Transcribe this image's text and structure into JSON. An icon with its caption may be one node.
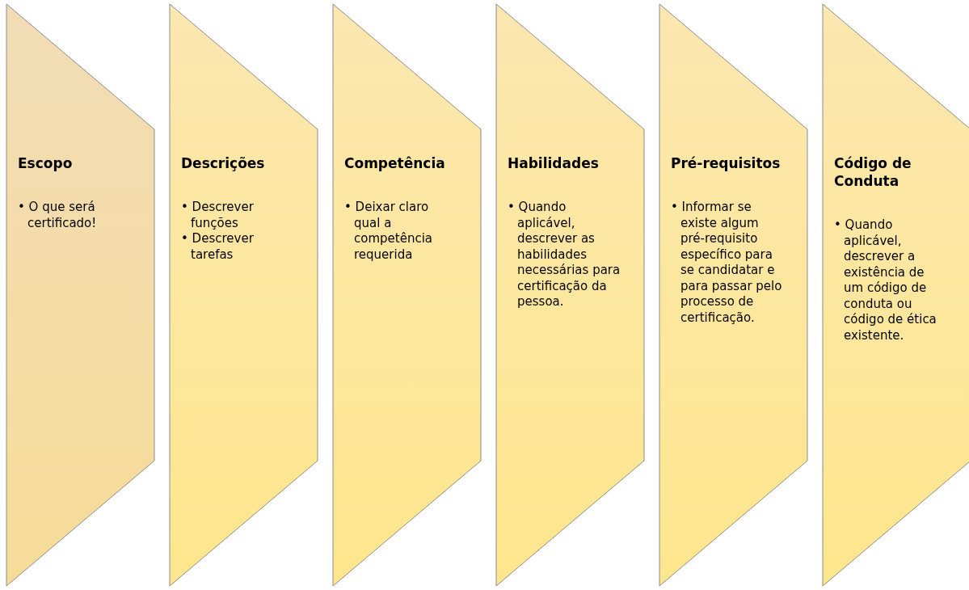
{
  "diagram": {
    "nodes": [
      {
        "text": [
          "Escopo",
          "• O que será certificado!"
        ]
      },
      {
        "text": [
          "Descrições",
          "• Descrever funções",
          "• Descrever tarefas"
        ]
      },
      {
        "text": [
          "Competência",
          "• Deixar claro qual a competência requerida"
        ]
      },
      {
        "text": [
          "Habilidades",
          "• Quando aplicável, descrever as habilidades necessárias para certificação da pessoa."
        ]
      },
      {
        "text": [
          "Pré-requisitos",
          "• Informar se existe algum pré-requisito específico para se candidatar e para passar pelo processo de certificação."
        ]
      },
      {
        "text": [
          "Código de Conduta",
          "• Quando aplicável, descrever a existência de um código de conduta ou código de ética existente."
        ]
      }
    ]
  }
}
